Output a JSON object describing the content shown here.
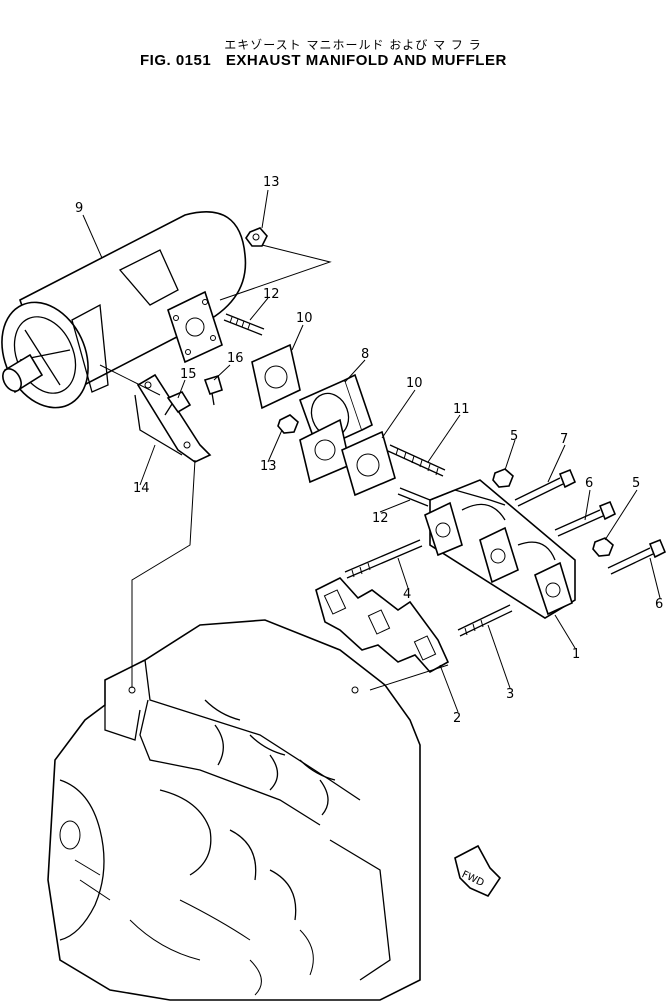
{
  "header": {
    "title_jp": "エキゾースト マニホールド および マ フ ラ",
    "fig_no": "FIG. 0151",
    "title_en": "EXHAUST MANIFOLD AND MUFFLER"
  },
  "callouts": [
    "1",
    "2",
    "3",
    "4",
    "5",
    "5",
    "6",
    "6",
    "7",
    "8",
    "9",
    "10",
    "10",
    "11",
    "12",
    "12",
    "13",
    "13",
    "14",
    "15",
    "16"
  ],
  "fwd_label": "FWD"
}
